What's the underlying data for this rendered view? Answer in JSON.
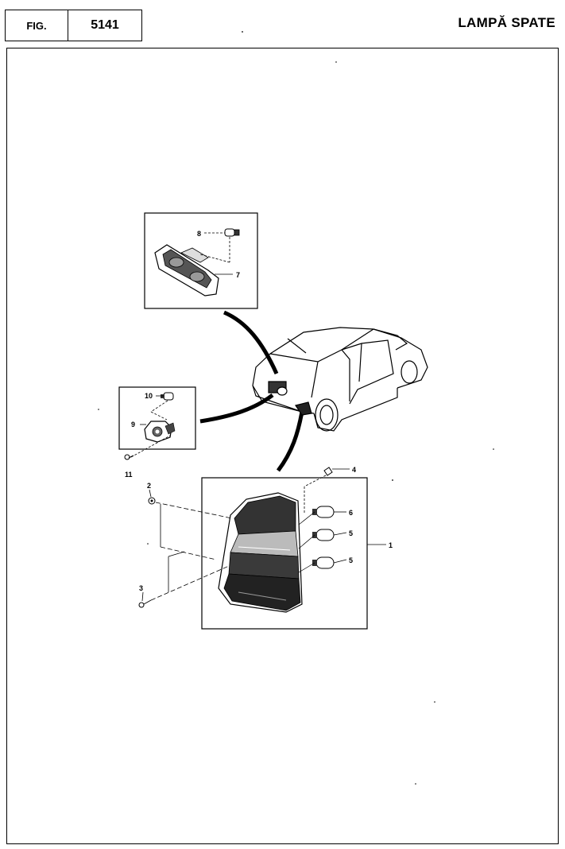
{
  "header": {
    "fig_label": "FIG.",
    "fig_number": "5141",
    "title": "LAMPĂ SPATE"
  },
  "callouts": {
    "c1": "1",
    "c2": "2",
    "c3": "3",
    "c4": "4",
    "c5a": "5",
    "c5b": "5",
    "c6": "6",
    "c7": "7",
    "c8": "8",
    "c9": "9",
    "c10": "10",
    "c11": "11"
  },
  "parts": {
    "tail_lamp": {
      "number": "1"
    },
    "nut": {
      "number": "2"
    },
    "screw": {
      "number": "3"
    },
    "clip": {
      "number": "4"
    },
    "bulb_stop": {
      "number": "5"
    },
    "bulb_indicator": {
      "number": "6"
    },
    "plate_lamp_housing": {
      "number": "7"
    },
    "plate_lamp_bulb": {
      "number": "8"
    },
    "socket_housing": {
      "number": "9"
    },
    "socket_bulb": {
      "number": "10"
    },
    "socket_screw": {
      "number": "11"
    }
  }
}
